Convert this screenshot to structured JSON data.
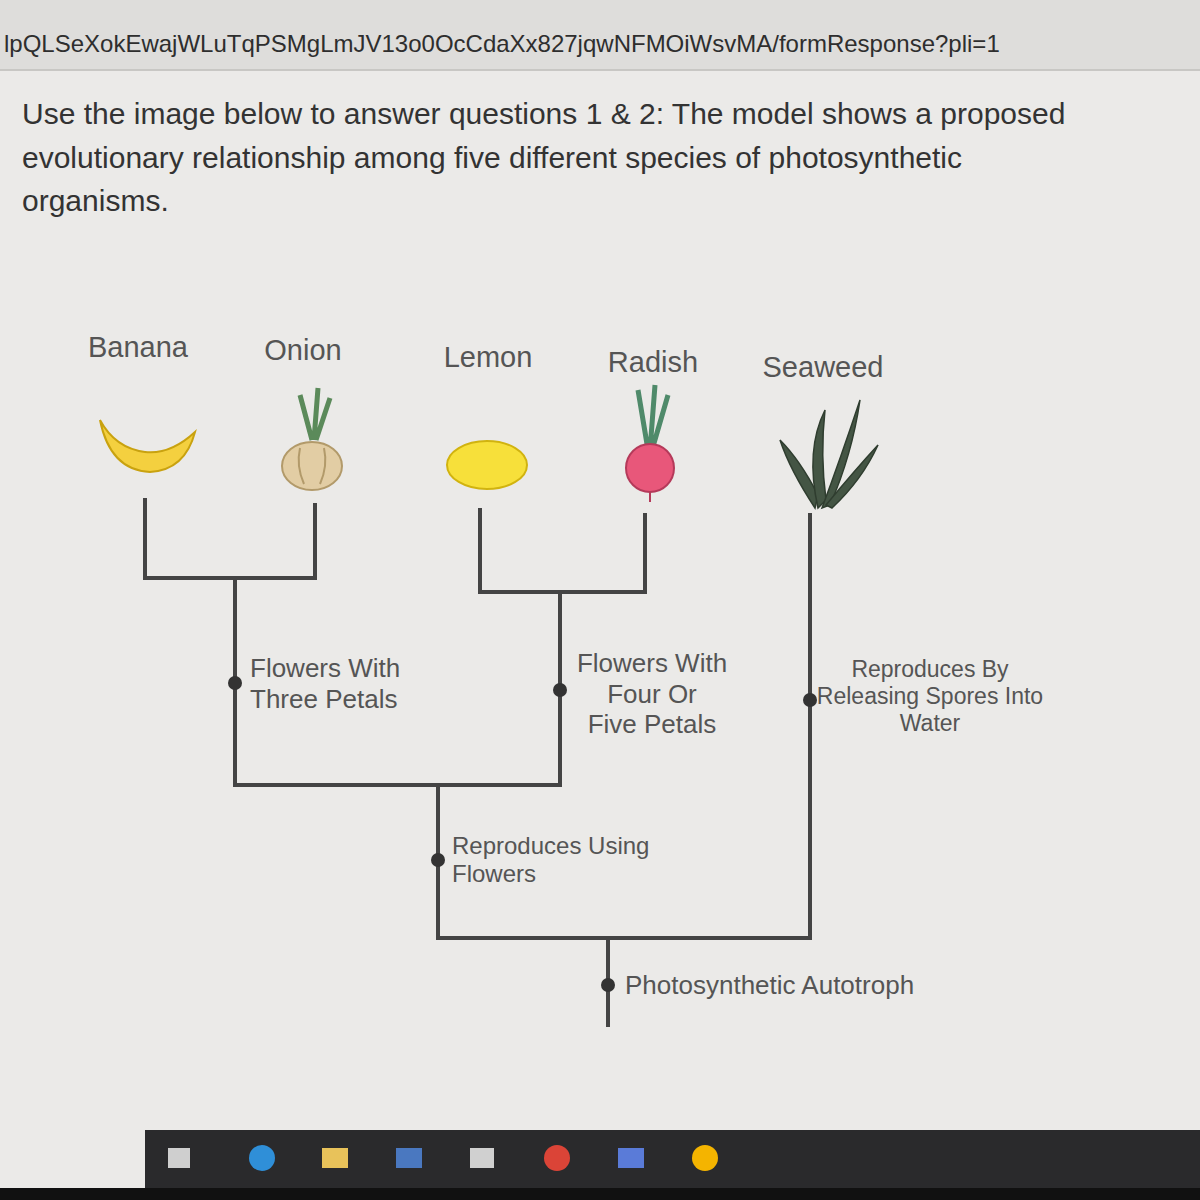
{
  "diagram": {
    "title": "Use the image below to answer questions 1 & 2: The model shows a proposed evolutionary relationship among five different species of photosynthetic organisms.",
    "labels": [
      "lpQLSeXokEwajWLuTqPSMgLmJV13o0OcCdaXx827jqwNFMOiWsvMA/formResponse?pli=1",
      "Banana",
      "Onion",
      "Lemon",
      "Radish",
      "Seaweed",
      "Flowers With Three Petals",
      "Flowers With Four Or Five Petals",
      "Reproduces By Releasing Spores Into Water",
      "Reproduces Using Flowers",
      "Photosynthetic Autotroph"
    ]
  }
}
